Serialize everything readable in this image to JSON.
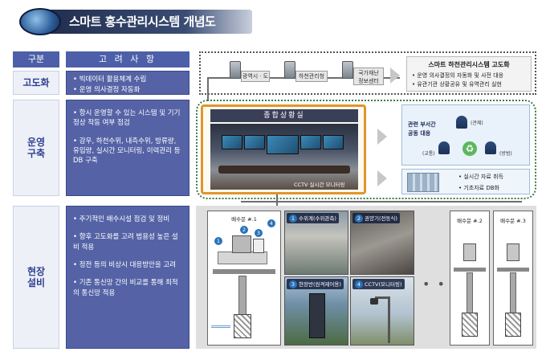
{
  "title": "스마트 홍수관리시스템 개념도",
  "table_headers": {
    "category": "구분",
    "considerations": "고 려 사 항"
  },
  "rows": [
    {
      "category": "고도화",
      "items": [
        "빅데이터 활용체계 수립",
        "운영 의사결정 자동화"
      ]
    },
    {
      "category": "운영\n구축",
      "items": [
        "항시 운영할 수 있는 시스템 및 기기 정상 작동 여부 점검",
        "강우, 하천수위, 내측수위, 방류량, 유입량, 실시간 모니터링, 이력관리 등 DB 구축"
      ]
    },
    {
      "category": "현장\n설비",
      "items": [
        "주기적인 배수시설 점검 및 정비",
        "향후 고도화를 고려 범용성 높은 설비 적용",
        "정전 등의 비상시 대응방안을 고려",
        "기존 통신망 간의 비교를 통해 최적의 통신망 적용"
      ]
    }
  ],
  "network_nodes": [
    "광역시ㆍ도",
    "하천관리청",
    "국가재난\n정보센터"
  ],
  "advanced_box": {
    "title": "스마트 하천관리시스템 고도화",
    "bullets": [
      "운영 의사결정의 자동화 및 사전 대응",
      "유관기관 상황공유 및 유역관리 실현"
    ]
  },
  "control_room": {
    "label": "종합상황실",
    "caption": "CCTV 실시간 모니터링"
  },
  "dept_panel": {
    "label": "관련 부서간\n공동 대응",
    "tags": [
      "(관제)",
      "(교통)",
      "(방범)"
    ]
  },
  "db_panel": [
    "실시간 자료 취득",
    "기초자료 DB화"
  ],
  "pump_stations": [
    "배수문 #.1",
    "배수문 #.2",
    "배수문 #.3"
  ],
  "equipment": [
    {
      "num": "1",
      "label": "수위계(수위관측)"
    },
    {
      "num": "2",
      "label": "권양기(전동식)"
    },
    {
      "num": "3",
      "label": "현장반(원격제어용)"
    },
    {
      "num": "4",
      "label": "CCTV(모니터링)"
    }
  ],
  "ellipsis": "• • •",
  "colors": {
    "header_blue": "#4c5fa8",
    "panel_purple": "#5563a6",
    "orange_frame": "#e0952a",
    "green_dotted": "#3b7a4c"
  }
}
